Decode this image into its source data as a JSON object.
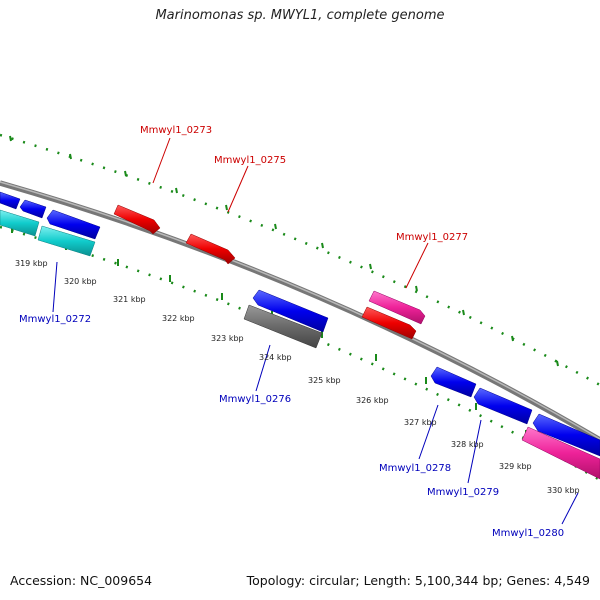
{
  "title": "Marinomonas sp. MWYL1, complete genome",
  "footer": {
    "accession": "Accession: NC_009654",
    "summary": "Topology: circular; Length: 5,100,344 bp; Genes: 4,549"
  },
  "colors": {
    "backbone": "#8c8c8c",
    "ticks": "#1a8a1a",
    "forward_gene": "#ee0000",
    "forward_pink": "#ee2299",
    "reverse_gene": "#0000ee",
    "reverse_cyan": "#11cccc",
    "gray_gene": "#6a6a6a",
    "label_forward": "#cc0000",
    "label_reverse": "#0000bb"
  },
  "scale_labels": [
    "319 kbp",
    "320 kbp",
    "321 kbp",
    "322 kbp",
    "323 kbp",
    "324 kbp",
    "325 kbp",
    "326 kbp",
    "327 kbp",
    "328 kbp",
    "329 kbp",
    "330 kbp"
  ],
  "gene_labels": {
    "forward": [
      "Mmwyl1_0273",
      "Mmwyl1_0275",
      "Mmwyl1_0277"
    ],
    "reverse": [
      "Mmwyl1_0272",
      "Mmwyl1_0276",
      "Mmwyl1_0278",
      "Mmwyl1_0279",
      "Mmwyl1_0280"
    ]
  }
}
